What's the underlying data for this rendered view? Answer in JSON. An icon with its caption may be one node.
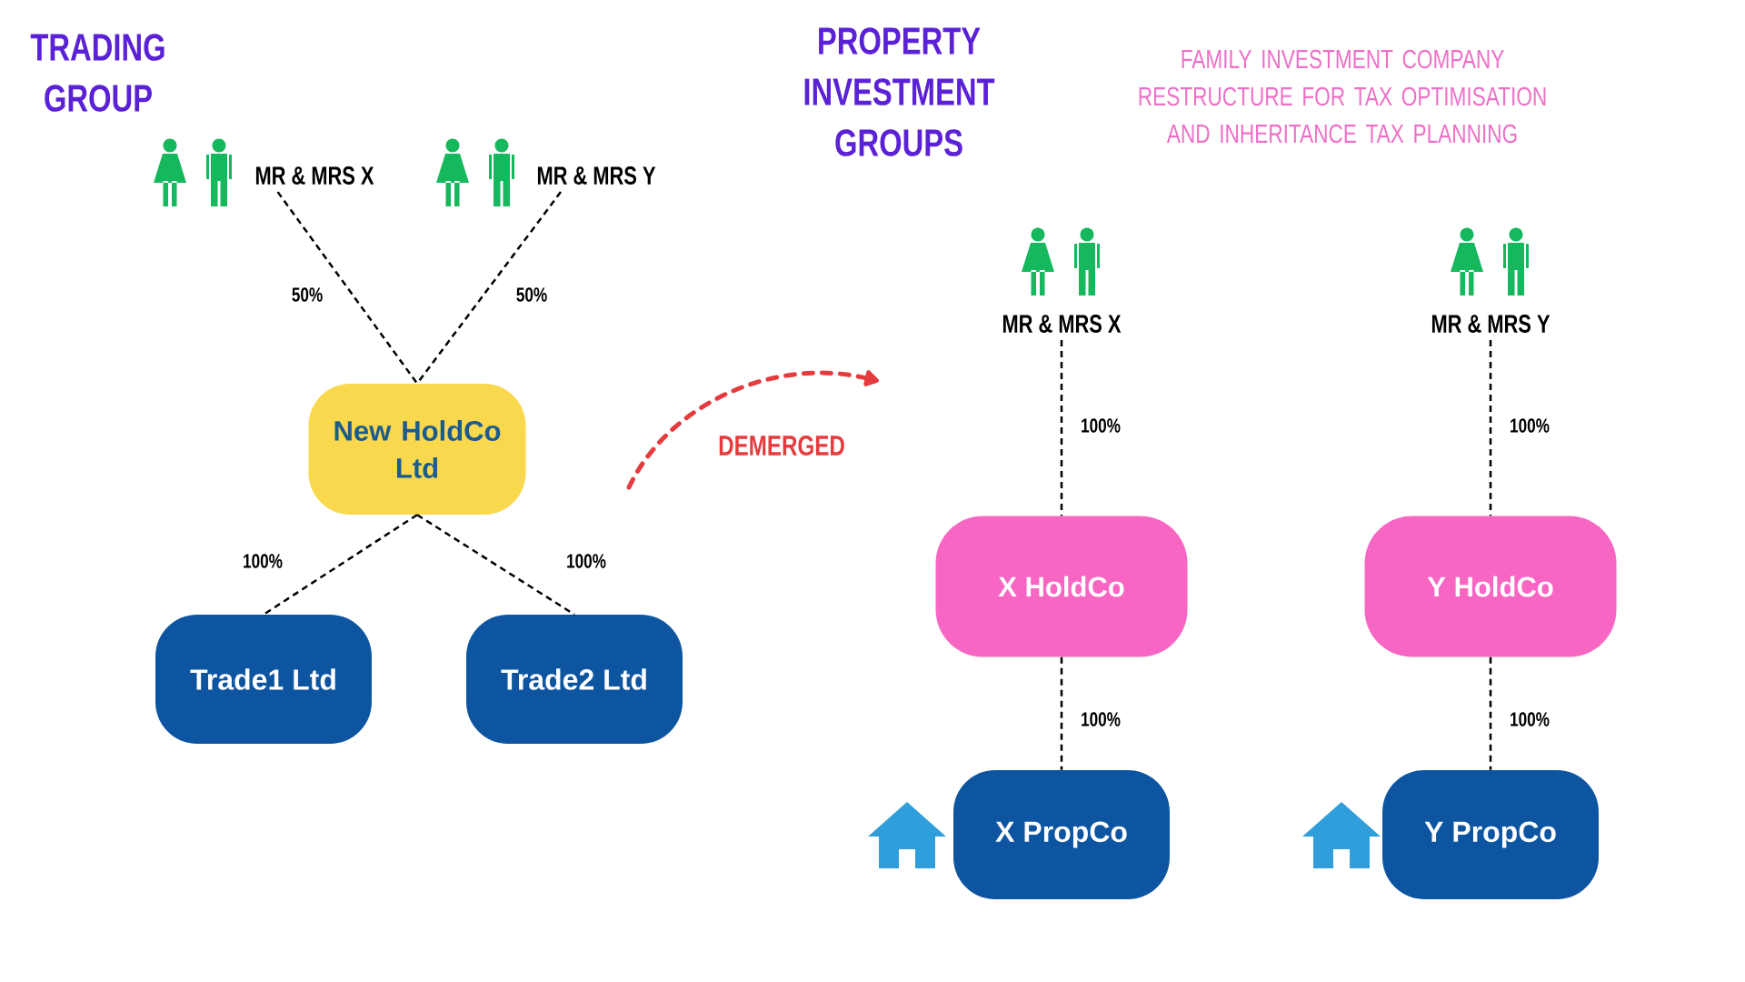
{
  "diagram": {
    "title": "FAMILY INVESTMENT COMPANY RESTRUCTURE FOR TAX OPTIMISATION AND INHERITANCE TAX PLANNING",
    "nodes": [
      {
        "text": [
          "MR & MRS X"
        ]
      },
      {
        "text": [
          "MR & MRS Y"
        ]
      },
      {
        "text": [
          "MR & MRS X"
        ]
      },
      {
        "text": [
          "MR & MRS Y"
        ]
      },
      {
        "text": [
          "New HoldCo Ltd"
        ]
      },
      {
        "text": [
          "X HoldCo"
        ]
      },
      {
        "text": [
          "Y HoldCo"
        ]
      },
      {
        "text": [
          "Trade1 Ltd"
        ]
      },
      {
        "text": [
          "Trade2 Ltd"
        ]
      },
      {
        "text": [
          "X PropCo"
        ]
      },
      {
        "text": [
          "Y PropCo"
        ]
      }
    ],
    "edges": [
      {
        "from": 0,
        "to": 4,
        "arrow": "none",
        "label": "50%",
        "style": "dashed"
      },
      {
        "from": 1,
        "to": 4,
        "arrow": "none",
        "label": "50%",
        "style": "dashed"
      },
      {
        "from": 2,
        "to": 5,
        "arrow": "none",
        "label": "100%",
        "style": "dashed"
      },
      {
        "from": 3,
        "to": 6,
        "arrow": "none",
        "label": "100%",
        "style": "dashed"
      },
      {
        "from": 4,
        "to": 7,
        "arrow": "none",
        "label": "100%",
        "style": "dashed"
      },
      {
        "from": 4,
        "to": 8,
        "arrow": "none",
        "label": "100%",
        "style": "dashed"
      },
      {
        "from": 5,
        "to": 9,
        "arrow": "none",
        "label": "100%",
        "style": "dashed"
      },
      {
        "from": 6,
        "to": 10,
        "arrow": "none",
        "label": "100%",
        "style": "dashed"
      }
    ],
    "labels": [
      "TRADING GROUP",
      "PROPERTY INVESTMENT GROUPS",
      "DEMERGED"
    ]
  }
}
